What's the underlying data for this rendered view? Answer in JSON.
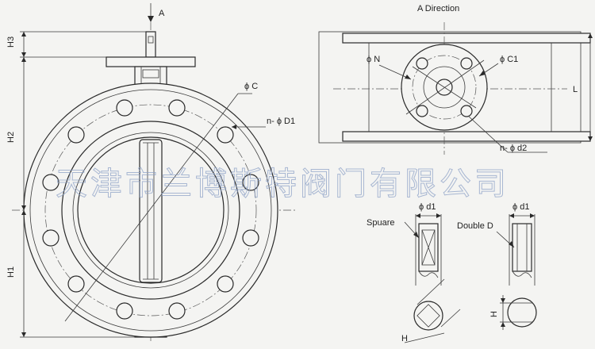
{
  "labels": {
    "view_a": "A",
    "a_direction": "A Direction",
    "h3": "H3",
    "h2": "H2",
    "h1": "H1",
    "phi_c": "ϕ C",
    "n_phi_d1_cap": "n- ϕ D1",
    "phi_n": "ϕ N",
    "phi_c1": "ϕ C1",
    "l": "L",
    "n_phi_d2": "n- ϕ d2",
    "square": "Spuare",
    "phi_d1_left": "ϕ d1",
    "double_d": "Double D",
    "phi_d1_right": "ϕ d1",
    "h_bottom": "H",
    "h_right": "H"
  },
  "watermark": "天津市兰博斯特阀门有限公司",
  "colors": {
    "line": "#2a2a2a",
    "background": "#f4f4f2",
    "watermark": "#8fa3c8"
  }
}
